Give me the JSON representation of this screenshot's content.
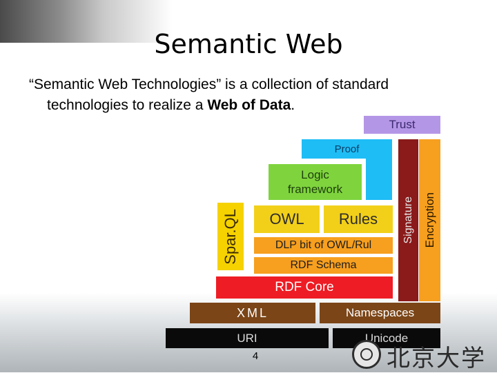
{
  "slide": {
    "title": "Semantic Web",
    "intro_line1": "“Semantic Web Technologies” is a collection of standard",
    "intro_line2_prefix": "technologies to realize a ",
    "intro_line2_bold": "Web of Data",
    "intro_line2_suffix": ".",
    "page_number": "4",
    "brand_logo_text": "北京大学"
  },
  "stack": {
    "layers": {
      "trust": "Trust",
      "proof": "Proof",
      "logic": "Logic framework",
      "sparql": "Spar.QL",
      "owl": "OWL",
      "rules": "Rules",
      "dlp": "DLP bit of OWL/Rul",
      "rdf_schema": "RDF Schema",
      "rdf_core": "RDF Core",
      "xml": "XML",
      "namespaces": "Namespaces",
      "uri": "URI",
      "unicode": "Unicode",
      "signature": "Signature",
      "encryption": "Encryption"
    },
    "colors": {
      "trust": "#b496e6",
      "proof": "#1ebdf5",
      "logic": "#7fd43e",
      "sparql": "#f5d200",
      "owl": "#f2d01a",
      "dlp": "#f79f1e",
      "rdf_schema": "#f79f1e",
      "rdf_core": "#ee1c24",
      "xml": "#7b4517",
      "uri": "#0a0a0a",
      "signature": "#8b1a1a",
      "encryption": "#f79f1e"
    }
  }
}
